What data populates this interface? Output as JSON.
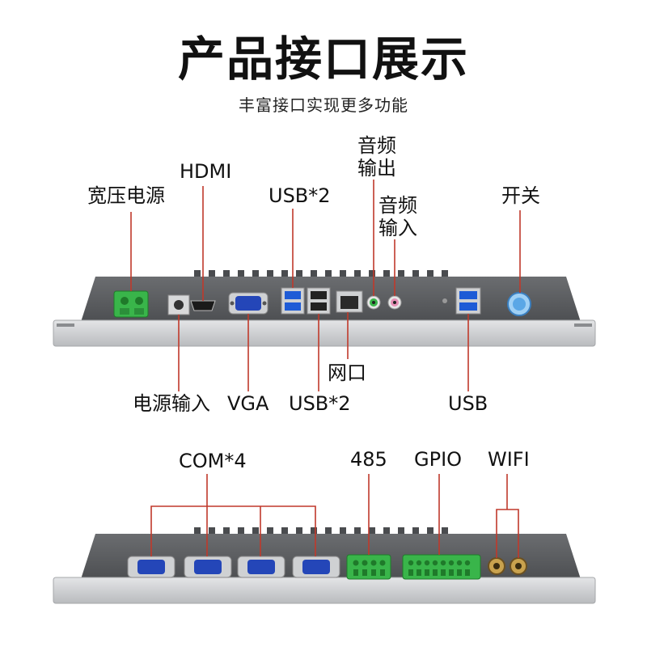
{
  "header": {
    "title": "产品接口展示",
    "subtitle": "丰富接口实现更多功能"
  },
  "panel_top": {
    "labels_above": {
      "power_wide": "宽压电源",
      "hdmi": "HDMI",
      "usb2_top": "USB*2",
      "audio_out": "音频\n输出",
      "audio_in": "音频\n输入",
      "switch": "开关"
    },
    "labels_below": {
      "power_in": "电源输入",
      "vga": "VGA",
      "lan": "网口",
      "usb2_bottom": "USB*2",
      "usb": "USB"
    }
  },
  "panel_bottom": {
    "labels": {
      "com": "COM*4",
      "rs485": "485",
      "gpio": "GPIO",
      "wifi": "WIFI"
    }
  },
  "colors": {
    "leader_line": "#c0392b",
    "panel_body": "#5a5c5e",
    "panel_base": "#cfd1d3",
    "vga_blue": "#2446b8",
    "terminal_green": "#39b54a",
    "usb_blue": "#1e5bd6",
    "switch_blue": "#5aa7e6",
    "antenna_gold": "#b08a3a"
  }
}
